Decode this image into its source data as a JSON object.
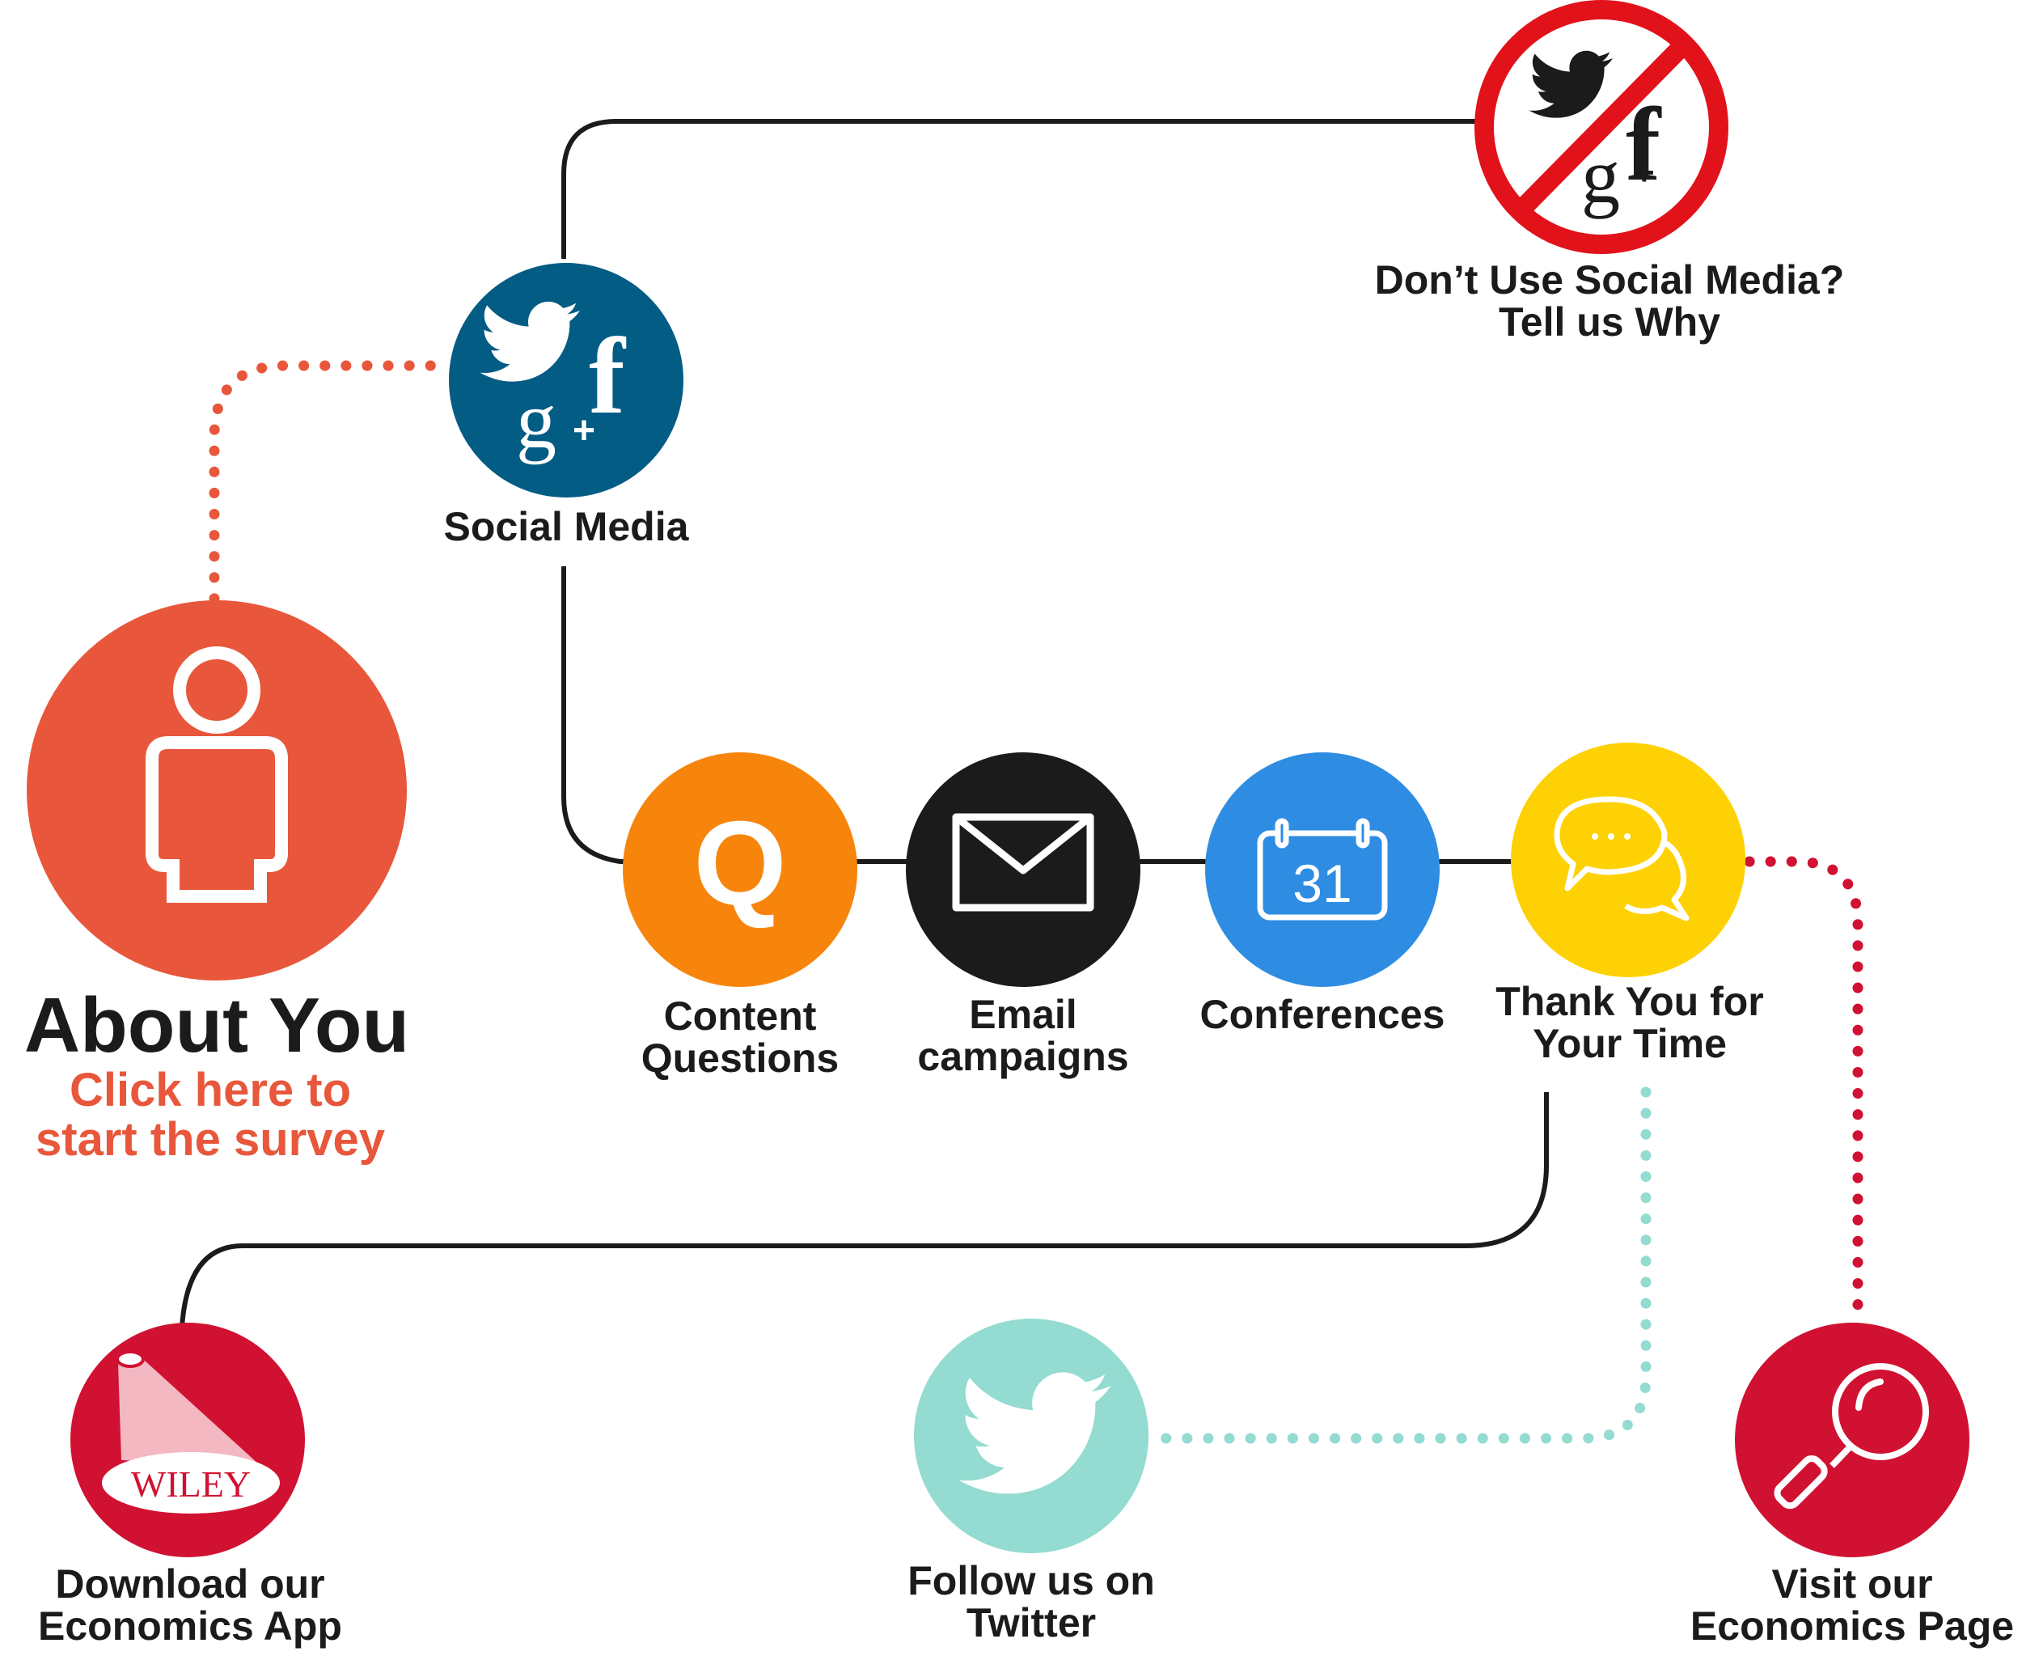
{
  "colors": {
    "line": "#1b1b1b",
    "about": "#e8573b",
    "social": "#035c84",
    "content": "#f7850c",
    "email": "#1b1b1b",
    "conferences": "#2e8de2",
    "thanks": "#fed104",
    "wiley": "#d11131",
    "twitter": "#94dbd1",
    "visit": "#d11131",
    "no_social_ring": "#e2121b"
  },
  "nodes": {
    "about": {
      "icon": "person-icon",
      "title": "About You",
      "cta_line1": "Click here to",
      "cta_line2": "start the survey"
    },
    "social_media": {
      "icon": "social-media-icon",
      "label": "Social Media"
    },
    "no_social": {
      "icon": "no-social-media-icon",
      "line1": "Don’t Use Social Media?",
      "line2": "Tell us Why"
    },
    "content": {
      "icon": "q-icon",
      "glyph": "Q",
      "line1": "Content",
      "line2": "Questions"
    },
    "email": {
      "icon": "envelope-icon",
      "line1": "Email",
      "line2": "campaigns"
    },
    "conferences": {
      "icon": "calendar-icon",
      "day": "31",
      "label": "Conferences"
    },
    "thanks": {
      "icon": "chat-bubbles-icon",
      "line1": "Thank You for",
      "line2": "Your Time"
    },
    "app": {
      "icon": "wiley-spotlight-icon",
      "logo_text": "WILEY",
      "line1": "Download our",
      "line2": "Economics App"
    },
    "twitter": {
      "icon": "twitter-bird-icon",
      "line1": "Follow us on",
      "line2": "Twitter"
    },
    "visit": {
      "icon": "magnifier-icon",
      "line1": "Visit our",
      "line2": "Economics Page"
    }
  }
}
